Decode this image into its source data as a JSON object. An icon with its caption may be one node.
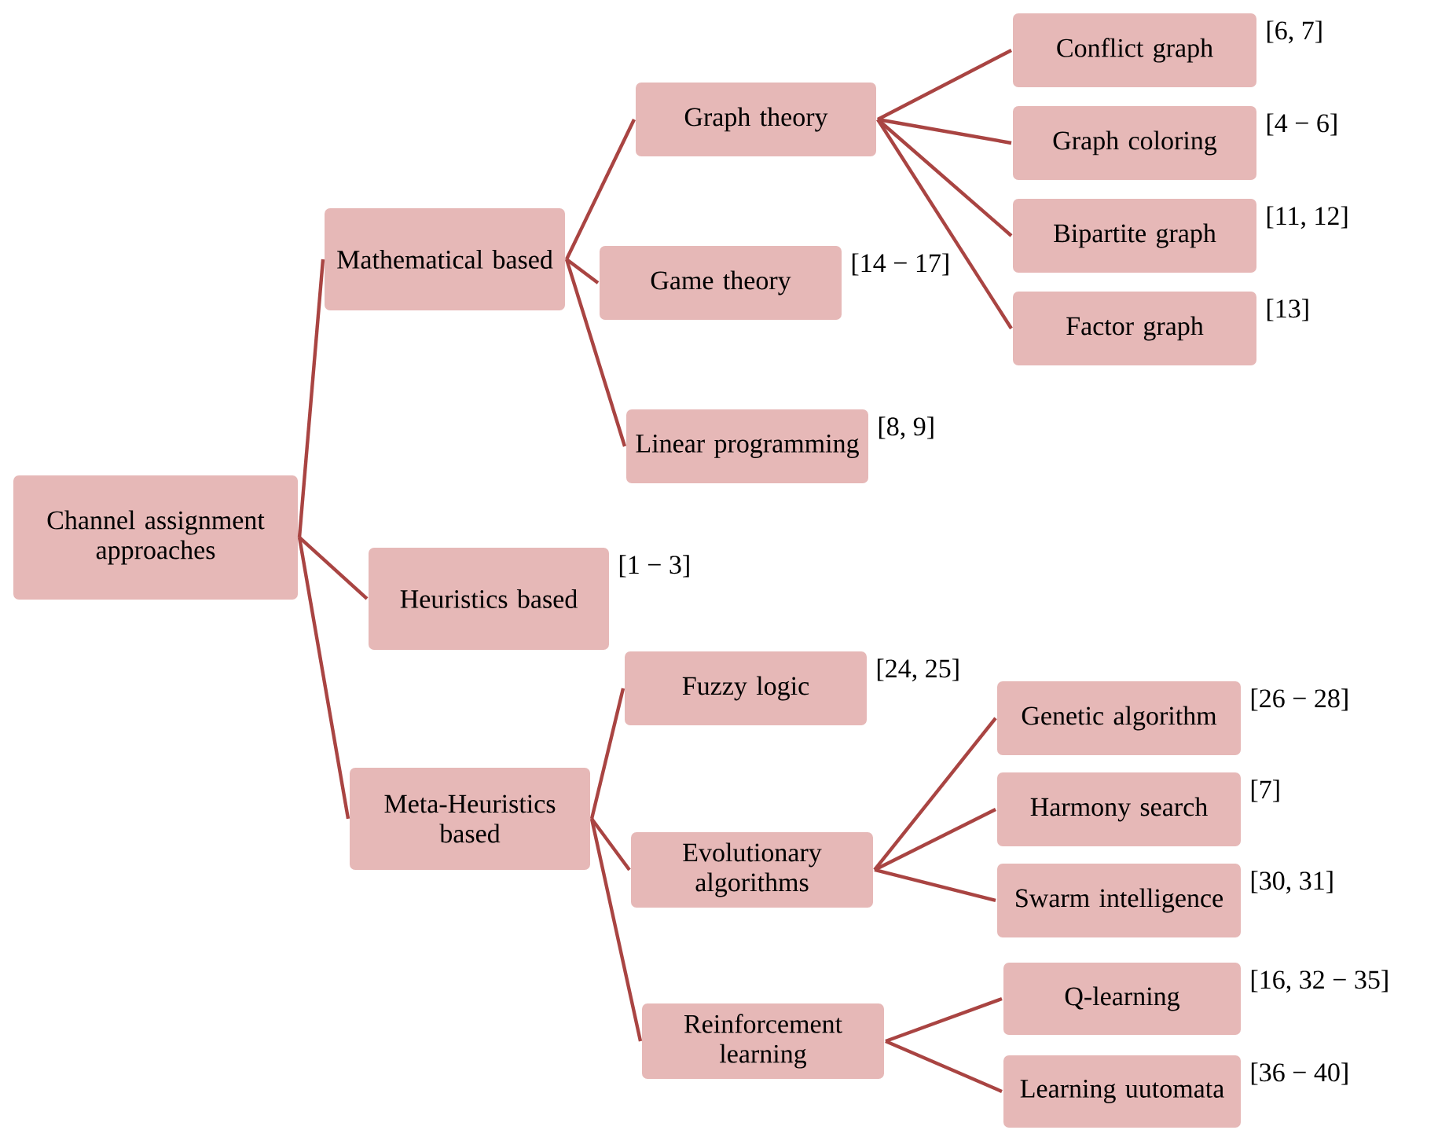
{
  "diagram": {
    "nodes": [
      {
        "text": [
          "Channel assignment approaches"
        ]
      },
      {
        "text": [
          "Mathematical based"
        ]
      },
      {
        "text": [
          "Heuristics based"
        ],
        "beside": [
          "[1 − 3]"
        ]
      },
      {
        "text": [
          "Meta-Heuristics based"
        ]
      },
      {
        "text": [
          "Graph theory"
        ]
      },
      {
        "text": [
          "Game theory"
        ],
        "beside": [
          "[14 − 17]"
        ]
      },
      {
        "text": [
          "Linear programming"
        ],
        "beside": [
          "[8, 9]"
        ]
      },
      {
        "text": [
          "Conflict graph"
        ],
        "beside": [
          "[6, 7]"
        ]
      },
      {
        "text": [
          "Graph coloring"
        ],
        "beside": [
          "[4 − 6]"
        ]
      },
      {
        "text": [
          "Bipartite graph"
        ],
        "beside": [
          "[11, 12]"
        ]
      },
      {
        "text": [
          "Factor graph"
        ],
        "beside": [
          "[13]"
        ]
      },
      {
        "text": [
          "Fuzzy logic"
        ],
        "beside": [
          "[24, 25]"
        ]
      },
      {
        "text": [
          "Evolutionary algorithms"
        ]
      },
      {
        "text": [
          "Reinforcement learning"
        ]
      },
      {
        "text": [
          "Genetic algorithm"
        ],
        "beside": [
          "[26 − 28]"
        ]
      },
      {
        "text": [
          "Harmony search"
        ],
        "beside": [
          "[7]"
        ]
      },
      {
        "text": [
          "Swarm intelligence"
        ],
        "beside": [
          "[30, 31]"
        ]
      },
      {
        "text": [
          "Q-learning"
        ],
        "beside": [
          "[16, 32 − 35]"
        ]
      },
      {
        "text": [
          "Learning uutomata"
        ],
        "beside": [
          "[36 − 40]"
        ]
      }
    ],
    "edges": [
      {
        "from": 0,
        "to": 1,
        "arrow": "none"
      },
      {
        "from": 0,
        "to": 2,
        "arrow": "none"
      },
      {
        "from": 0,
        "to": 3,
        "arrow": "none"
      },
      {
        "from": 1,
        "to": 4,
        "arrow": "none"
      },
      {
        "from": 1,
        "to": 5,
        "arrow": "none"
      },
      {
        "from": 1,
        "to": 6,
        "arrow": "none"
      },
      {
        "from": 4,
        "to": 7,
        "arrow": "none"
      },
      {
        "from": 4,
        "to": 8,
        "arrow": "none"
      },
      {
        "from": 4,
        "to": 9,
        "arrow": "none"
      },
      {
        "from": 4,
        "to": 10,
        "arrow": "none"
      },
      {
        "from": 3,
        "to": 11,
        "arrow": "none"
      },
      {
        "from": 3,
        "to": 12,
        "arrow": "none"
      },
      {
        "from": 3,
        "to": 13,
        "arrow": "none"
      },
      {
        "from": 12,
        "to": 14,
        "arrow": "none"
      },
      {
        "from": 12,
        "to": 15,
        "arrow": "none"
      },
      {
        "from": 12,
        "to": 16,
        "arrow": "none"
      },
      {
        "from": 13,
        "to": 17,
        "arrow": "none"
      },
      {
        "from": 13,
        "to": 18,
        "arrow": "none"
      }
    ]
  }
}
